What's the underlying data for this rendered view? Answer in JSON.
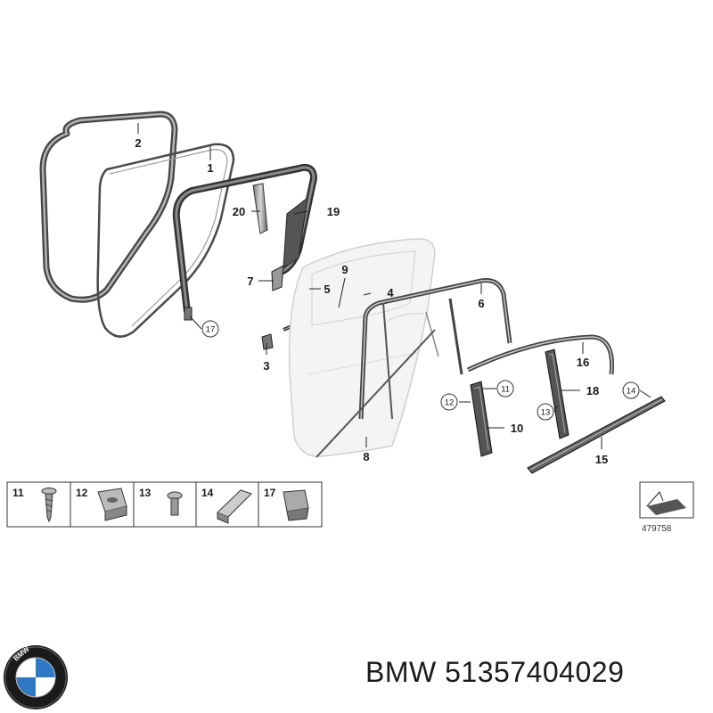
{
  "parts": [
    {
      "id": "1",
      "text": "1"
    },
    {
      "id": "2",
      "text": "2"
    },
    {
      "id": "3",
      "text": "3"
    },
    {
      "id": "4",
      "text": "4"
    },
    {
      "id": "5",
      "text": "5"
    },
    {
      "id": "6",
      "text": "6"
    },
    {
      "id": "7",
      "text": "7"
    },
    {
      "id": "8",
      "text": "8"
    },
    {
      "id": "9",
      "text": "9"
    },
    {
      "id": "10",
      "text": "10"
    },
    {
      "id": "11",
      "text": "11"
    },
    {
      "id": "12",
      "text": "12"
    },
    {
      "id": "13",
      "text": "13"
    },
    {
      "id": "14",
      "text": "14"
    },
    {
      "id": "15",
      "text": "15"
    },
    {
      "id": "16",
      "text": "16"
    },
    {
      "id": "17",
      "text": "17"
    },
    {
      "id": "18",
      "text": "18"
    },
    {
      "id": "19",
      "text": "19"
    },
    {
      "id": "20",
      "text": "20"
    }
  ],
  "fastener_table": [
    "11",
    "12",
    "13",
    "14",
    "17"
  ],
  "diagram_ref": "479758",
  "brand": "BMW",
  "part_number": "51357404029"
}
